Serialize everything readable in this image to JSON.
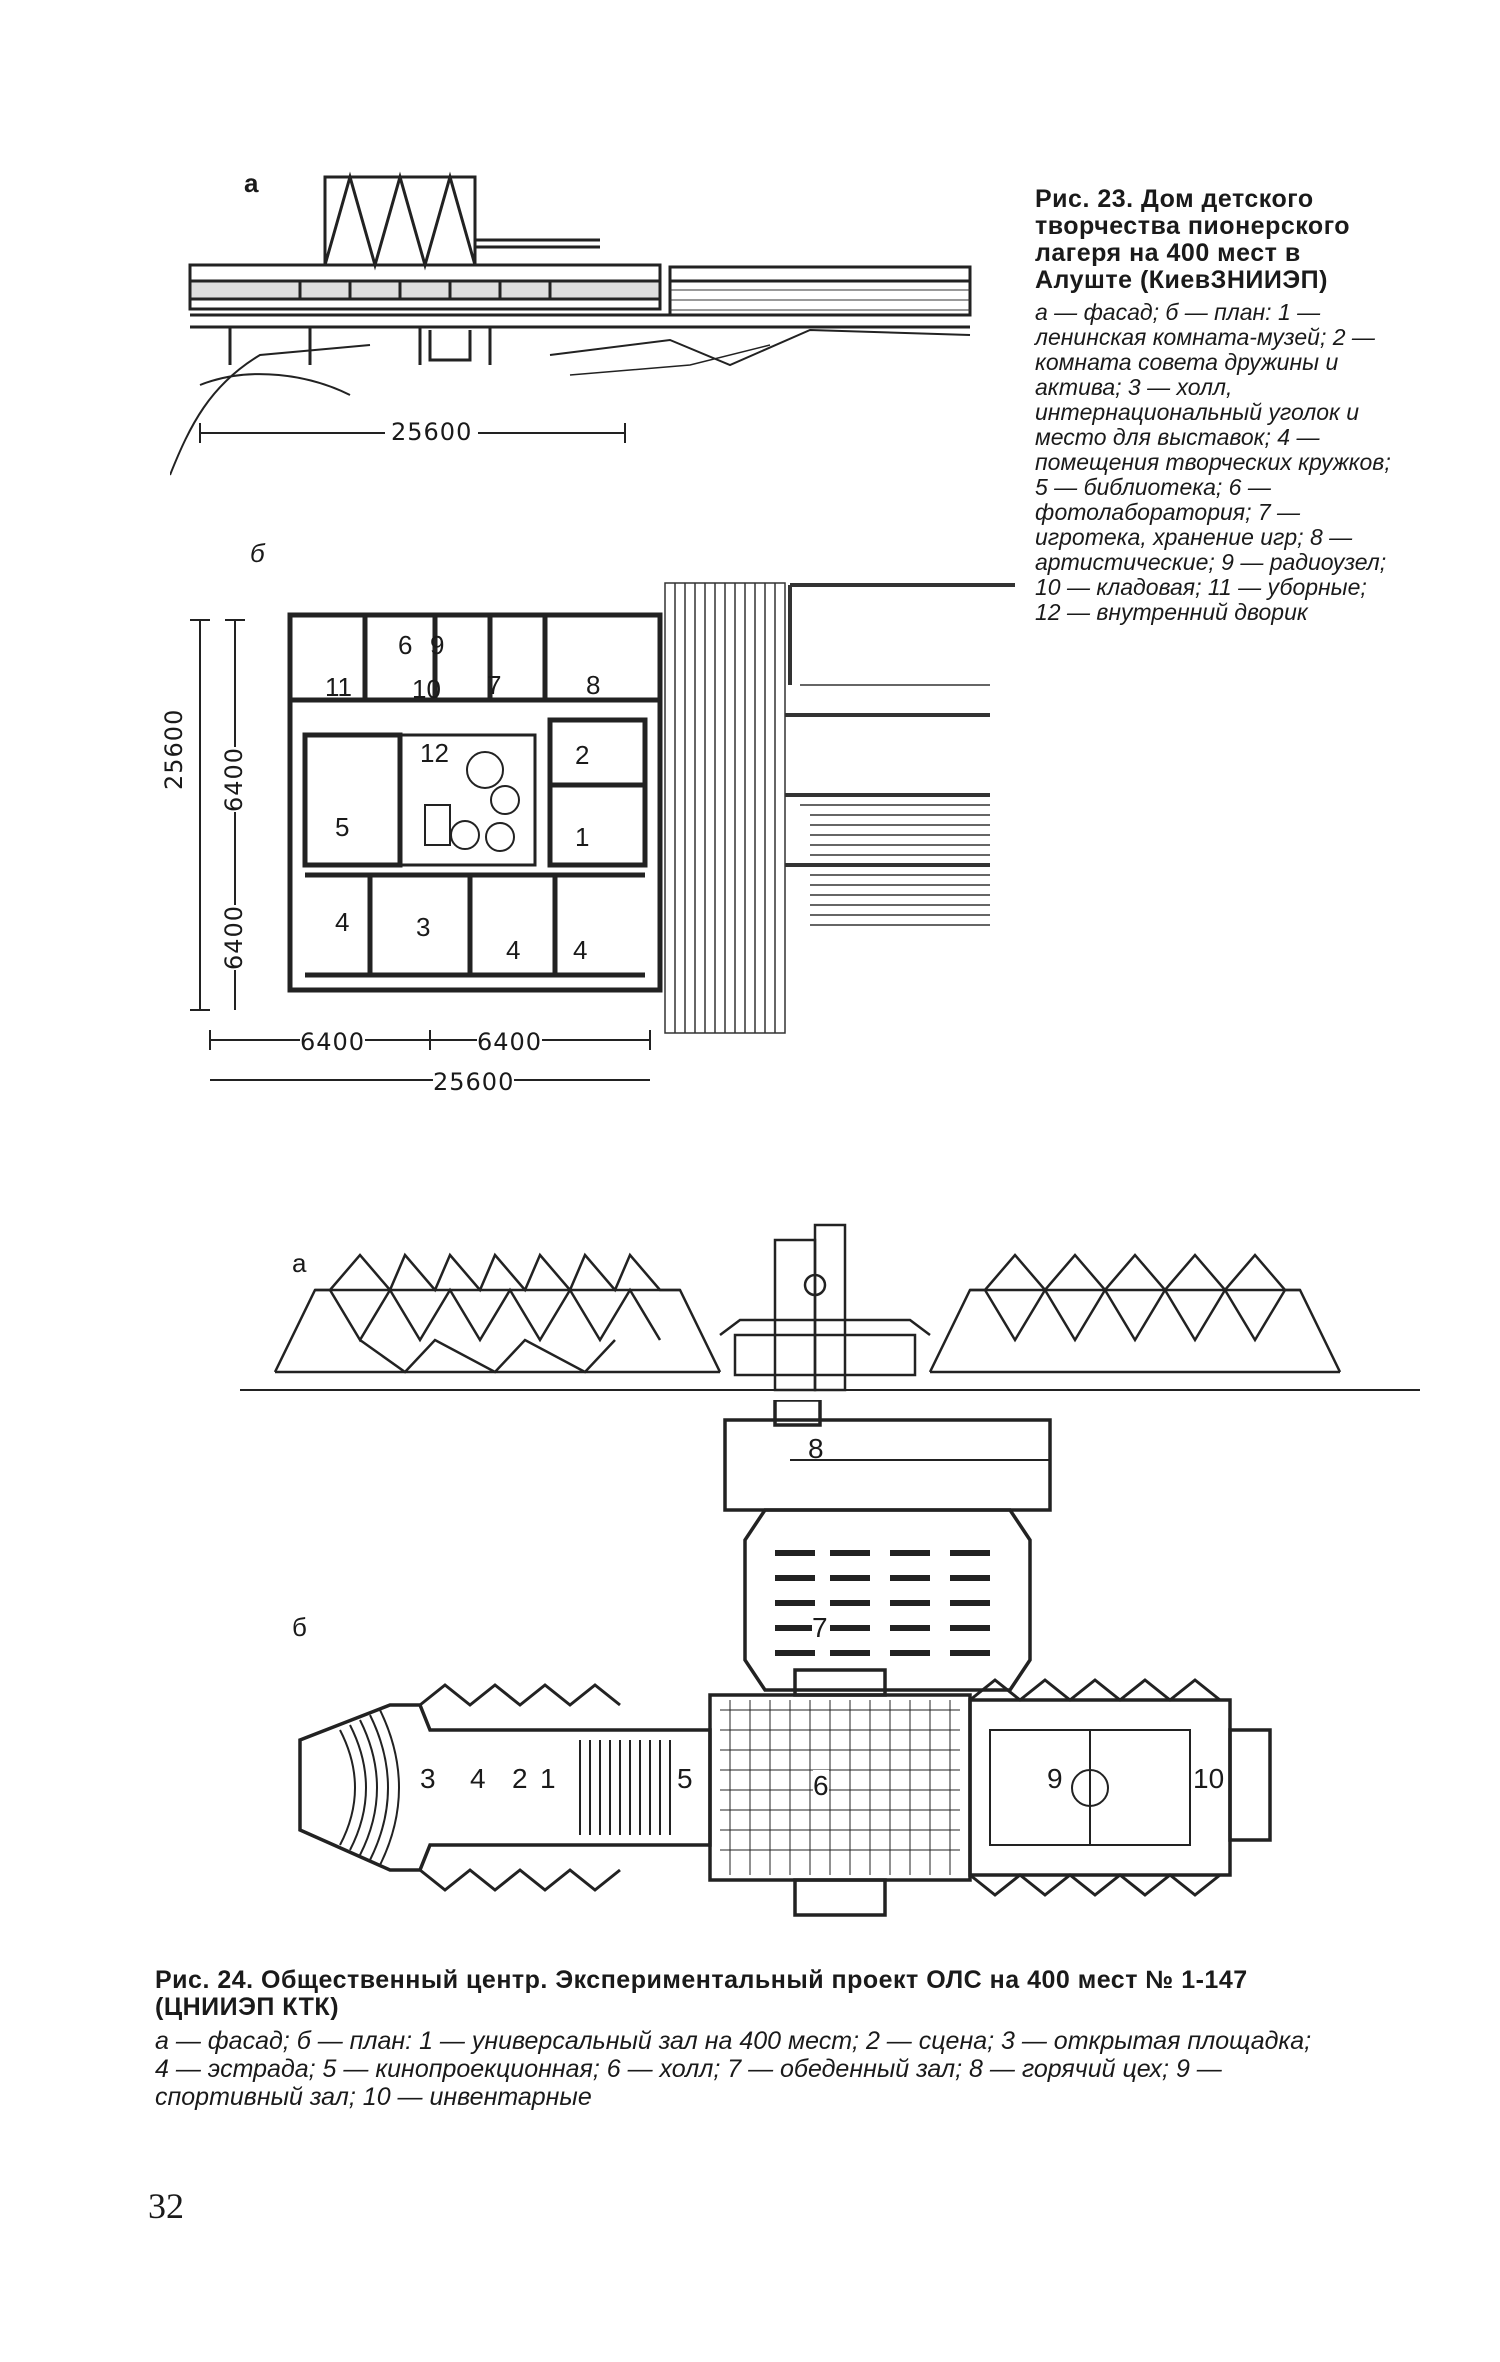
{
  "fig23": {
    "title": "Рис. 23. Дом детского творчества пионерского лагеря на 400 мест в Алуште (КиевЗНИИЭП)",
    "legend": "а — фасад; б — план: 1 — ленинская комната-музей; 2 — комната совета дружины и актива; 3 — холл, интернациональный уголок и место для выставок; 4 — помещения творческих кружков; 5 — библиотека; 6 — фотолаборатория; 7 — игротека, хранение игр; 8 — артистические; 9 — радиоузел; 10 — кладовая; 11 — уборные; 12 — внутренний дворик",
    "label_a": "а",
    "label_b": "б",
    "dim_facade": "25600",
    "dim_h_1": "6400",
    "dim_h_2": "6400",
    "dim_h_total": "25600",
    "dim_v_1": "6400",
    "dim_v_2": "6400",
    "dim_v_total": "25600",
    "rooms": [
      "11",
      "6",
      "9",
      "10",
      "7",
      "8",
      "12",
      "2",
      "1",
      "5",
      "4",
      "3",
      "4",
      "4"
    ]
  },
  "fig24": {
    "title": "Рис. 24. Общественный центр. Экспериментальный проект ОЛС на 400 мест № 1-147 (ЦНИИЭП КТК)",
    "legend": "а — фасад; б — план: 1 — универсальный зал на 400 мест; 2 — сцена; 3 — открытая площадка; 4 — эстрада; 5 — кинопроекционная; 6 — холл; 7 — обеденный зал; 8 — горячий цех; 9 — спортивный зал; 10 — инвентарные",
    "label_a": "а",
    "label_b": "б",
    "rooms": [
      "8",
      "7",
      "3",
      "4",
      "2",
      "1",
      "5",
      "6",
      "9",
      "10"
    ]
  },
  "page_number": "32"
}
